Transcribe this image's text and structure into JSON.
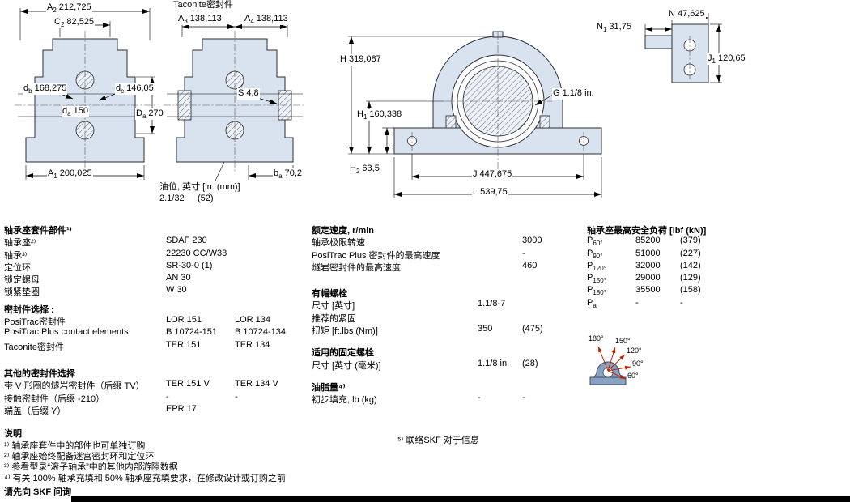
{
  "colors": {
    "drawing_fill": "#d9e2ef",
    "footer_bar": "#000000",
    "load_arrow_red": "#bb2200"
  },
  "drawings": {
    "taconite_title": "Taconite密封件",
    "oil_label": "油位, 英寸 [in. (mm)]",
    "oil_value_in": "2.1/32",
    "oil_value_mm": "(52)",
    "angle_labels": [
      "180°",
      "150°",
      "120°",
      "90°",
      "60°"
    ],
    "dims": {
      "a2": {
        "base": "A",
        "sub": "2",
        "value": "212,725"
      },
      "c2": {
        "base": "C",
        "sub": "2",
        "value": "82,525"
      },
      "db": {
        "base": "d",
        "sub": "b",
        "value": "168,275"
      },
      "da": {
        "base": "d",
        "sub": "a",
        "value": "150"
      },
      "dc": {
        "base": "d",
        "sub": "c",
        "value": "146,05"
      },
      "Da": {
        "base": "D",
        "sub": "a",
        "value": "270"
      },
      "a1": {
        "base": "A",
        "sub": "1",
        "value": "200,025"
      },
      "a3": {
        "base": "A",
        "sub": "3",
        "value": "138,113"
      },
      "a4": {
        "base": "A",
        "sub": "4",
        "value": "138,113"
      },
      "s": {
        "base": "S",
        "sub": "",
        "value": "4,8"
      },
      "ba": {
        "base": "b",
        "sub": "a",
        "value": "70,2"
      },
      "h": {
        "base": "H",
        "sub": "",
        "value": "319,087"
      },
      "h1": {
        "base": "H",
        "sub": "1",
        "value": "160,338"
      },
      "h2": {
        "base": "H",
        "sub": "2",
        "value": "63,5"
      },
      "g": {
        "base": "G",
        "sub": "",
        "value": "1.1/8 in."
      },
      "j": {
        "base": "J",
        "sub": "",
        "value": "447,675"
      },
      "l": {
        "base": "L",
        "sub": "",
        "value": "539,75"
      },
      "n": {
        "base": "N",
        "sub": "",
        "value": "47,625"
      },
      "n1": {
        "base": "N",
        "sub": "1",
        "value": "31,75"
      },
      "j1": {
        "base": "J",
        "sub": "1",
        "value": "120,65"
      }
    }
  },
  "left_table": {
    "header": "轴承座套件部件¹⁾",
    "rows": [
      {
        "label": "轴承座²⁾",
        "v1": "SDAF 230",
        "v2": ""
      },
      {
        "label": "轴承³⁾",
        "v1": "22230 CC/W33",
        "v2": ""
      },
      {
        "label": "定位环",
        "v1": "SR-30-0 (1)",
        "v2": ""
      },
      {
        "label": "锁定螺母",
        "v1": "AN 30",
        "v2": ""
      },
      {
        "label": "锁紧垫圈",
        "v1": "W 30",
        "v2": ""
      }
    ],
    "seals_header": "密封件选择 :",
    "seal_rows": [
      {
        "label": "PosiTrac密封件",
        "v1": "LOR 151",
        "v2": "LOR 134"
      },
      {
        "label": "PosiTrac Plus contact elements",
        "v1": "B 10724-151",
        "v2": "B 10724-134"
      },
      {
        "label": "Taconite密封件",
        "v1": "TER 151",
        "v2": "TER 134"
      }
    ],
    "other_header": "其他的密封件选择",
    "other_rows": [
      {
        "label": "带 V 形圈的燧岩密封件（后缀 TV）",
        "v1": "TER 151 V",
        "v2": "TER 134 V"
      },
      {
        "label": "接触密封件（后缀 -210）",
        "v1": "-",
        "v2": "-"
      },
      {
        "label": "端盖（后缀 Y）",
        "v1": "EPR 17",
        "v2": ""
      }
    ]
  },
  "middle_table": {
    "speed_header": "额定速度, r/min",
    "speed_rows": [
      {
        "label": "轴承极限转速",
        "v1": "",
        "v2": "3000"
      },
      {
        "label": "PosiTrac Plus 密封件的最高速度",
        "v1": "",
        "v2": "-"
      },
      {
        "label": "燧岩密封件的最高速度",
        "v1": "",
        "v2": "460"
      }
    ],
    "bolts_header": "有帽螺栓",
    "bolt_rows": [
      {
        "label": "尺寸 [英寸]",
        "v1": "1.1/8-7",
        "v2": ""
      },
      {
        "label": "推荐的紧固",
        "v1": "",
        "v2": ""
      },
      {
        "label": "扭矩 [ft.lbs (Nm)]",
        "v1": "350",
        "v2": "(475)"
      }
    ],
    "fixing_header": "适用的固定螺栓",
    "fixing_row": {
      "label": "尺寸 [英寸 (毫米)]",
      "v1": "1.1/8 in.",
      "v2": "(28)"
    },
    "grease_header": "油脂量⁴⁾",
    "grease_row": {
      "label": "初步填充, lb (kg)",
      "v1": "-",
      "v2": "-"
    },
    "note5": "⁵⁾ 联络SKF 对于信息"
  },
  "load_table": {
    "header": "轴承座最高安全负荷 [lbf (kN)]",
    "rows": [
      {
        "base": "P",
        "sub": "60°",
        "v1": "85200",
        "v2": "(379)"
      },
      {
        "base": "P",
        "sub": "90°",
        "v1": "51000",
        "v2": "(227)"
      },
      {
        "base": "P",
        "sub": "120°",
        "v1": "32000",
        "v2": "(142)"
      },
      {
        "base": "P",
        "sub": "150°",
        "v1": "29000",
        "v2": "(129)"
      },
      {
        "base": "P",
        "sub": "180°",
        "v1": "35500",
        "v2": "(158)"
      },
      {
        "base": "P",
        "sub": "a",
        "v1": "-",
        "v2": "-"
      }
    ]
  },
  "notes": {
    "header": "说明",
    "items": [
      "¹⁾ 轴承座套件中的部件也可单独订购",
      "²⁾ 轴承座始终配备迷宫密封环和定位环",
      "³⁾ 参看型录“滚子轴承”中的其他内部游隙数据",
      "⁴⁾ 有关 100% 轴承充填和 50% 轴承座充填要求，在修改设计或订购之前"
    ],
    "final": "请先向 SKF 问询"
  }
}
